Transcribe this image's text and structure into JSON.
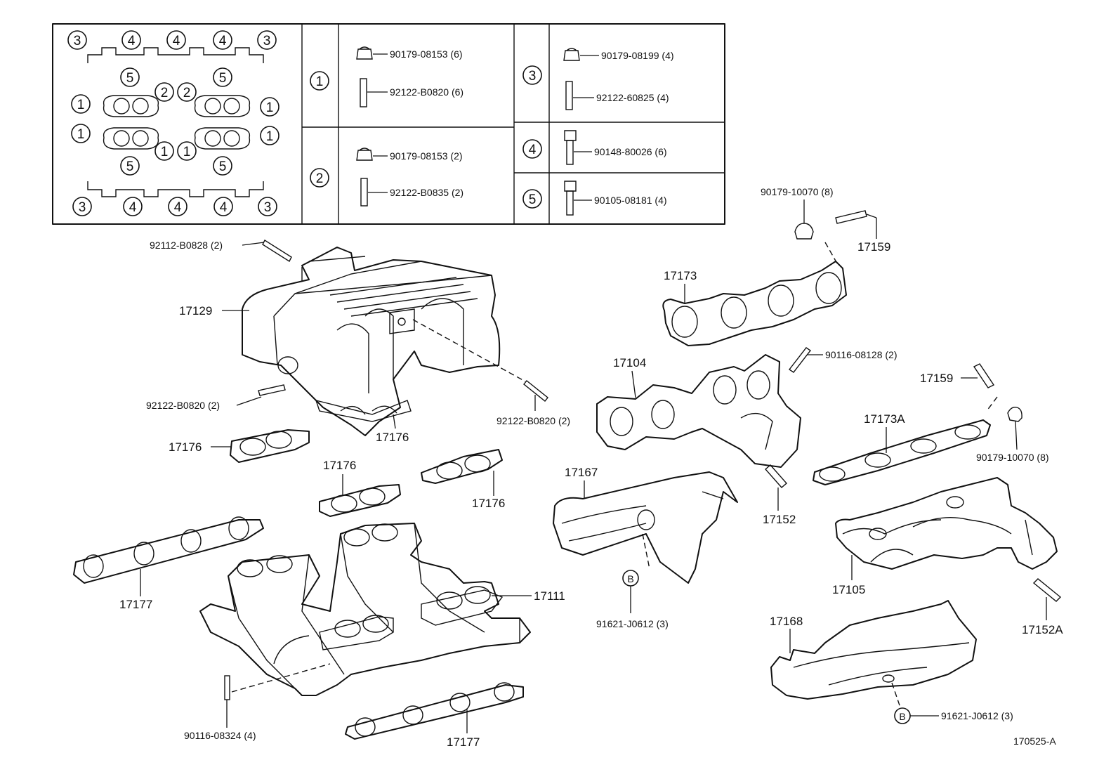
{
  "legend": {
    "layout_refs": [
      {
        "id": "tl1",
        "text": "3"
      },
      {
        "id": "tl2",
        "text": "4"
      },
      {
        "id": "tl3",
        "text": "4"
      },
      {
        "id": "tl4",
        "text": "4"
      },
      {
        "id": "tl5",
        "text": "3"
      },
      {
        "id": "t5a",
        "text": "5"
      },
      {
        "id": "t5b",
        "text": "5"
      },
      {
        "id": "l1a",
        "text": "1"
      },
      {
        "id": "l1b",
        "text": "1"
      },
      {
        "id": "c2a",
        "text": "2"
      },
      {
        "id": "c2b",
        "text": "2"
      },
      {
        "id": "r1a",
        "text": "1"
      },
      {
        "id": "r1b",
        "text": "1"
      },
      {
        "id": "c1a",
        "text": "1"
      },
      {
        "id": "c1b",
        "text": "1"
      },
      {
        "id": "b5a",
        "text": "5"
      },
      {
        "id": "b5b",
        "text": "5"
      },
      {
        "id": "bl1",
        "text": "3"
      },
      {
        "id": "bl2",
        "text": "4"
      },
      {
        "id": "bl3",
        "text": "4"
      },
      {
        "id": "bl4",
        "text": "4"
      },
      {
        "id": "bl5",
        "text": "3"
      }
    ],
    "groups": [
      {
        "ref": "1",
        "parts": [
          "90179-08153 (6)",
          "92122-B0820 (6)"
        ]
      },
      {
        "ref": "2",
        "parts": [
          "90179-08153 (2)",
          "92122-B0835 (2)"
        ]
      },
      {
        "ref": "3",
        "parts": [
          "90179-08199 (4)",
          "92122-60825 (4)"
        ]
      },
      {
        "ref": "4",
        "parts": [
          "90148-80026 (6)"
        ]
      },
      {
        "ref": "5",
        "parts": [
          "90105-08181 (4)"
        ]
      }
    ]
  },
  "callouts": {
    "stud_92112": "92112-B0828 (2)",
    "plenum": "17129",
    "stud_92122_left": "92122-B0820 (2)",
    "stud_92122_right": "92122-B0820 (2)",
    "gasket_17176_a": "17176",
    "gasket_17176_b": "17176",
    "gasket_17176_c": "17176",
    "gasket_17176_d": "17176",
    "gasket_17177_left": "17177",
    "gasket_17177_bottom": "17177",
    "intake_manifold": "17111",
    "stud_90116_bottom": "90116-08324 (4)",
    "nut_90179_top": "90179-10070 (8)",
    "stud_17159_top": "17159",
    "gasket_17173": "17173",
    "stud_90116_mid": "90116-08128 (2)",
    "exhaust_manifold_17104": "17104",
    "stud_17159_right": "17159",
    "gasket_17173A": "17173A",
    "nut_90179_right": "90179-10070 (8)",
    "heat_insulator_17167": "17167",
    "stud_17152": "17152",
    "ref_b_left": "B",
    "bolt_91621_left": "91621-J0612 (3)",
    "exhaust_manifold_17105": "17105",
    "heat_insulator_17168": "17168",
    "stud_17152A": "17152A",
    "ref_b_right": "B",
    "bolt_91621_right": "91621-J0612 (3)",
    "figure_code": "170525-A"
  }
}
